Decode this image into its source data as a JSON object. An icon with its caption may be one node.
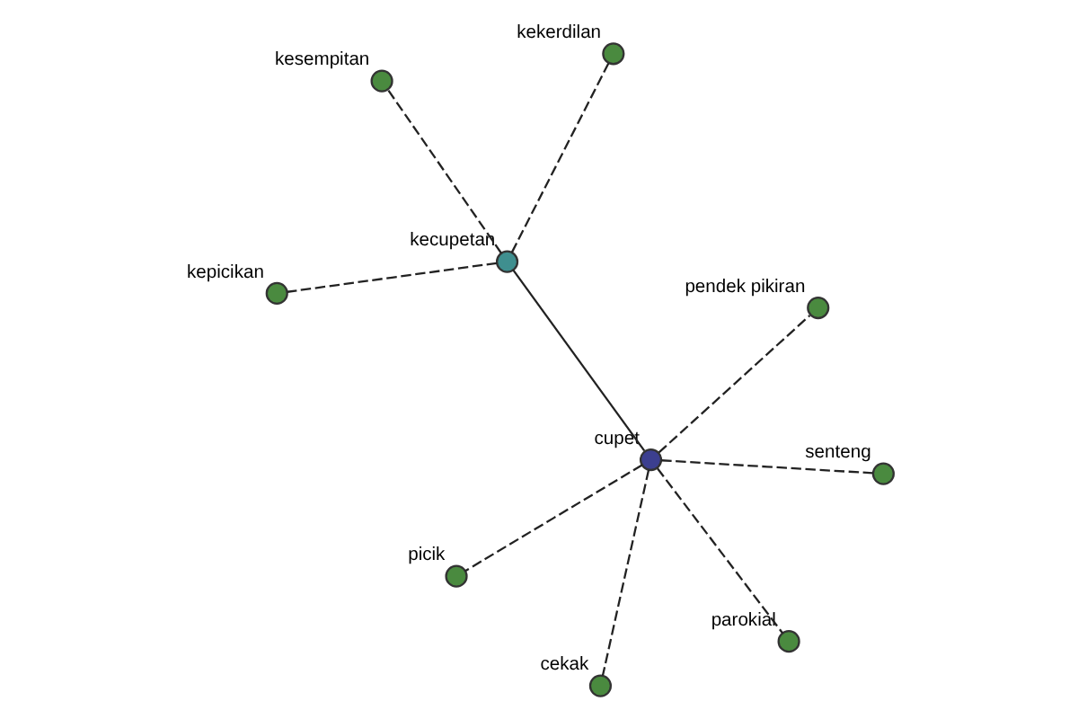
{
  "diagram": {
    "nodes": [
      {
        "text": [
          "kepicikan"
        ]
      },
      {
        "text": [
          "kekerdilan"
        ]
      },
      {
        "text": [
          "kecupetan"
        ]
      },
      {
        "text": [
          "kesempitan"
        ]
      },
      {
        "text": [
          "cupet"
        ]
      },
      {
        "text": [
          "pendek pikiran"
        ]
      },
      {
        "text": [
          "picik"
        ]
      },
      {
        "text": [
          "senteng"
        ]
      },
      {
        "text": [
          "cekak"
        ]
      },
      {
        "text": [
          "parokial"
        ]
      }
    ],
    "edges": [
      {
        "from": 2,
        "to": 0,
        "arrow": "none",
        "style": "dashed"
      },
      {
        "from": 2,
        "to": 1,
        "arrow": "none",
        "style": "dashed"
      },
      {
        "from": 2,
        "to": 3,
        "arrow": "none",
        "style": "dashed"
      },
      {
        "from": 2,
        "to": 4,
        "arrow": "none"
      },
      {
        "from": 4,
        "to": 5,
        "arrow": "none",
        "style": "dashed"
      },
      {
        "from": 4,
        "to": 6,
        "arrow": "none",
        "style": "dashed"
      },
      {
        "from": 4,
        "to": 7,
        "arrow": "none",
        "style": "dashed"
      },
      {
        "from": 4,
        "to": 8,
        "arrow": "none",
        "style": "dashed"
      },
      {
        "from": 4,
        "to": 9,
        "arrow": "none",
        "style": "dashed"
      }
    ]
  }
}
